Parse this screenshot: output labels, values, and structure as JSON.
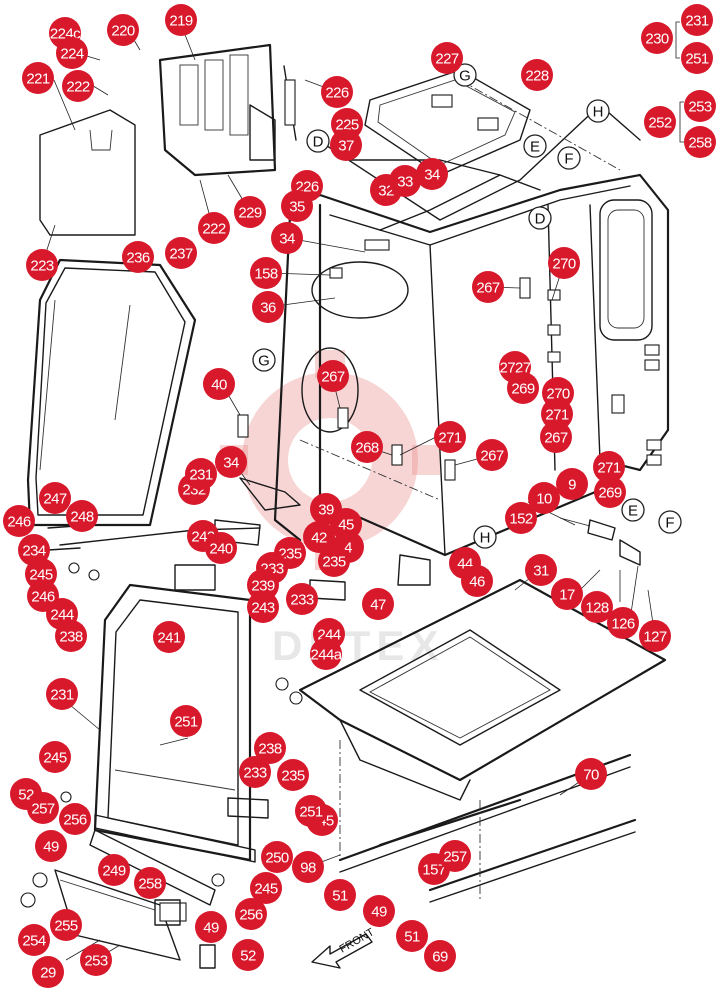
{
  "diagram": {
    "watermark_text": "DHTEX",
    "front_label": "FRONT",
    "callout_color": "#d8192c",
    "callouts": [
      "224c",
      "220",
      "219",
      "224",
      "221",
      "222",
      "226",
      "225",
      "37",
      "227",
      "228",
      "252",
      "253",
      "258",
      "230",
      "231",
      "251",
      "229",
      "222",
      "226",
      "35",
      "32",
      "33",
      "34",
      "34",
      "158",
      "36",
      "223",
      "236",
      "237",
      "267",
      "270",
      "40",
      "267",
      "268",
      "271",
      "267",
      "2727",
      "269",
      "270",
      "271",
      "267",
      "271",
      "269",
      "232",
      "231",
      "34",
      "247",
      "248",
      "246",
      "234",
      "245",
      "246",
      "244",
      "238",
      "242",
      "240",
      "235",
      "233",
      "239",
      "243",
      "39",
      "45",
      "42",
      "4",
      "235",
      "44",
      "46",
      "47",
      "233",
      "244",
      "244a",
      "10",
      "9",
      "152",
      "17",
      "128",
      "126",
      "127",
      "31",
      "241",
      "251",
      "231",
      "245",
      "238",
      "233",
      "235",
      "245",
      "52",
      "257",
      "256",
      "251",
      "49",
      "249",
      "250",
      "98",
      "258",
      "245",
      "256",
      "255",
      "254",
      "49",
      "52",
      "29",
      "253",
      "70",
      "157",
      "257",
      "51",
      "49",
      "51",
      "69"
    ],
    "reference_letters": [
      "G",
      "H",
      "D",
      "E",
      "F",
      "D",
      "G",
      "E",
      "F",
      "H"
    ]
  }
}
